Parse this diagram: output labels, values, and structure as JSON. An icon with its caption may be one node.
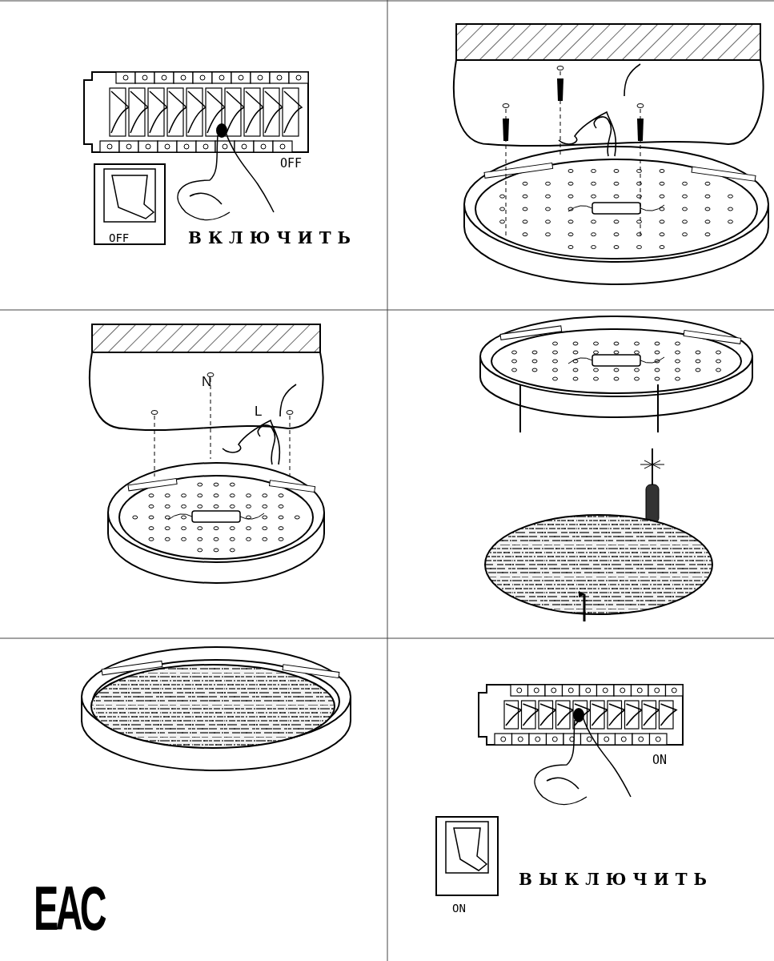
{
  "diagram": {
    "labels": [
      "OFF",
      "OFF",
      "ВКЛЮЧИТЬ",
      "N",
      "L",
      "EAC",
      "ON",
      "ВЫКЛЮЧИТЬ",
      "ON"
    ]
  }
}
